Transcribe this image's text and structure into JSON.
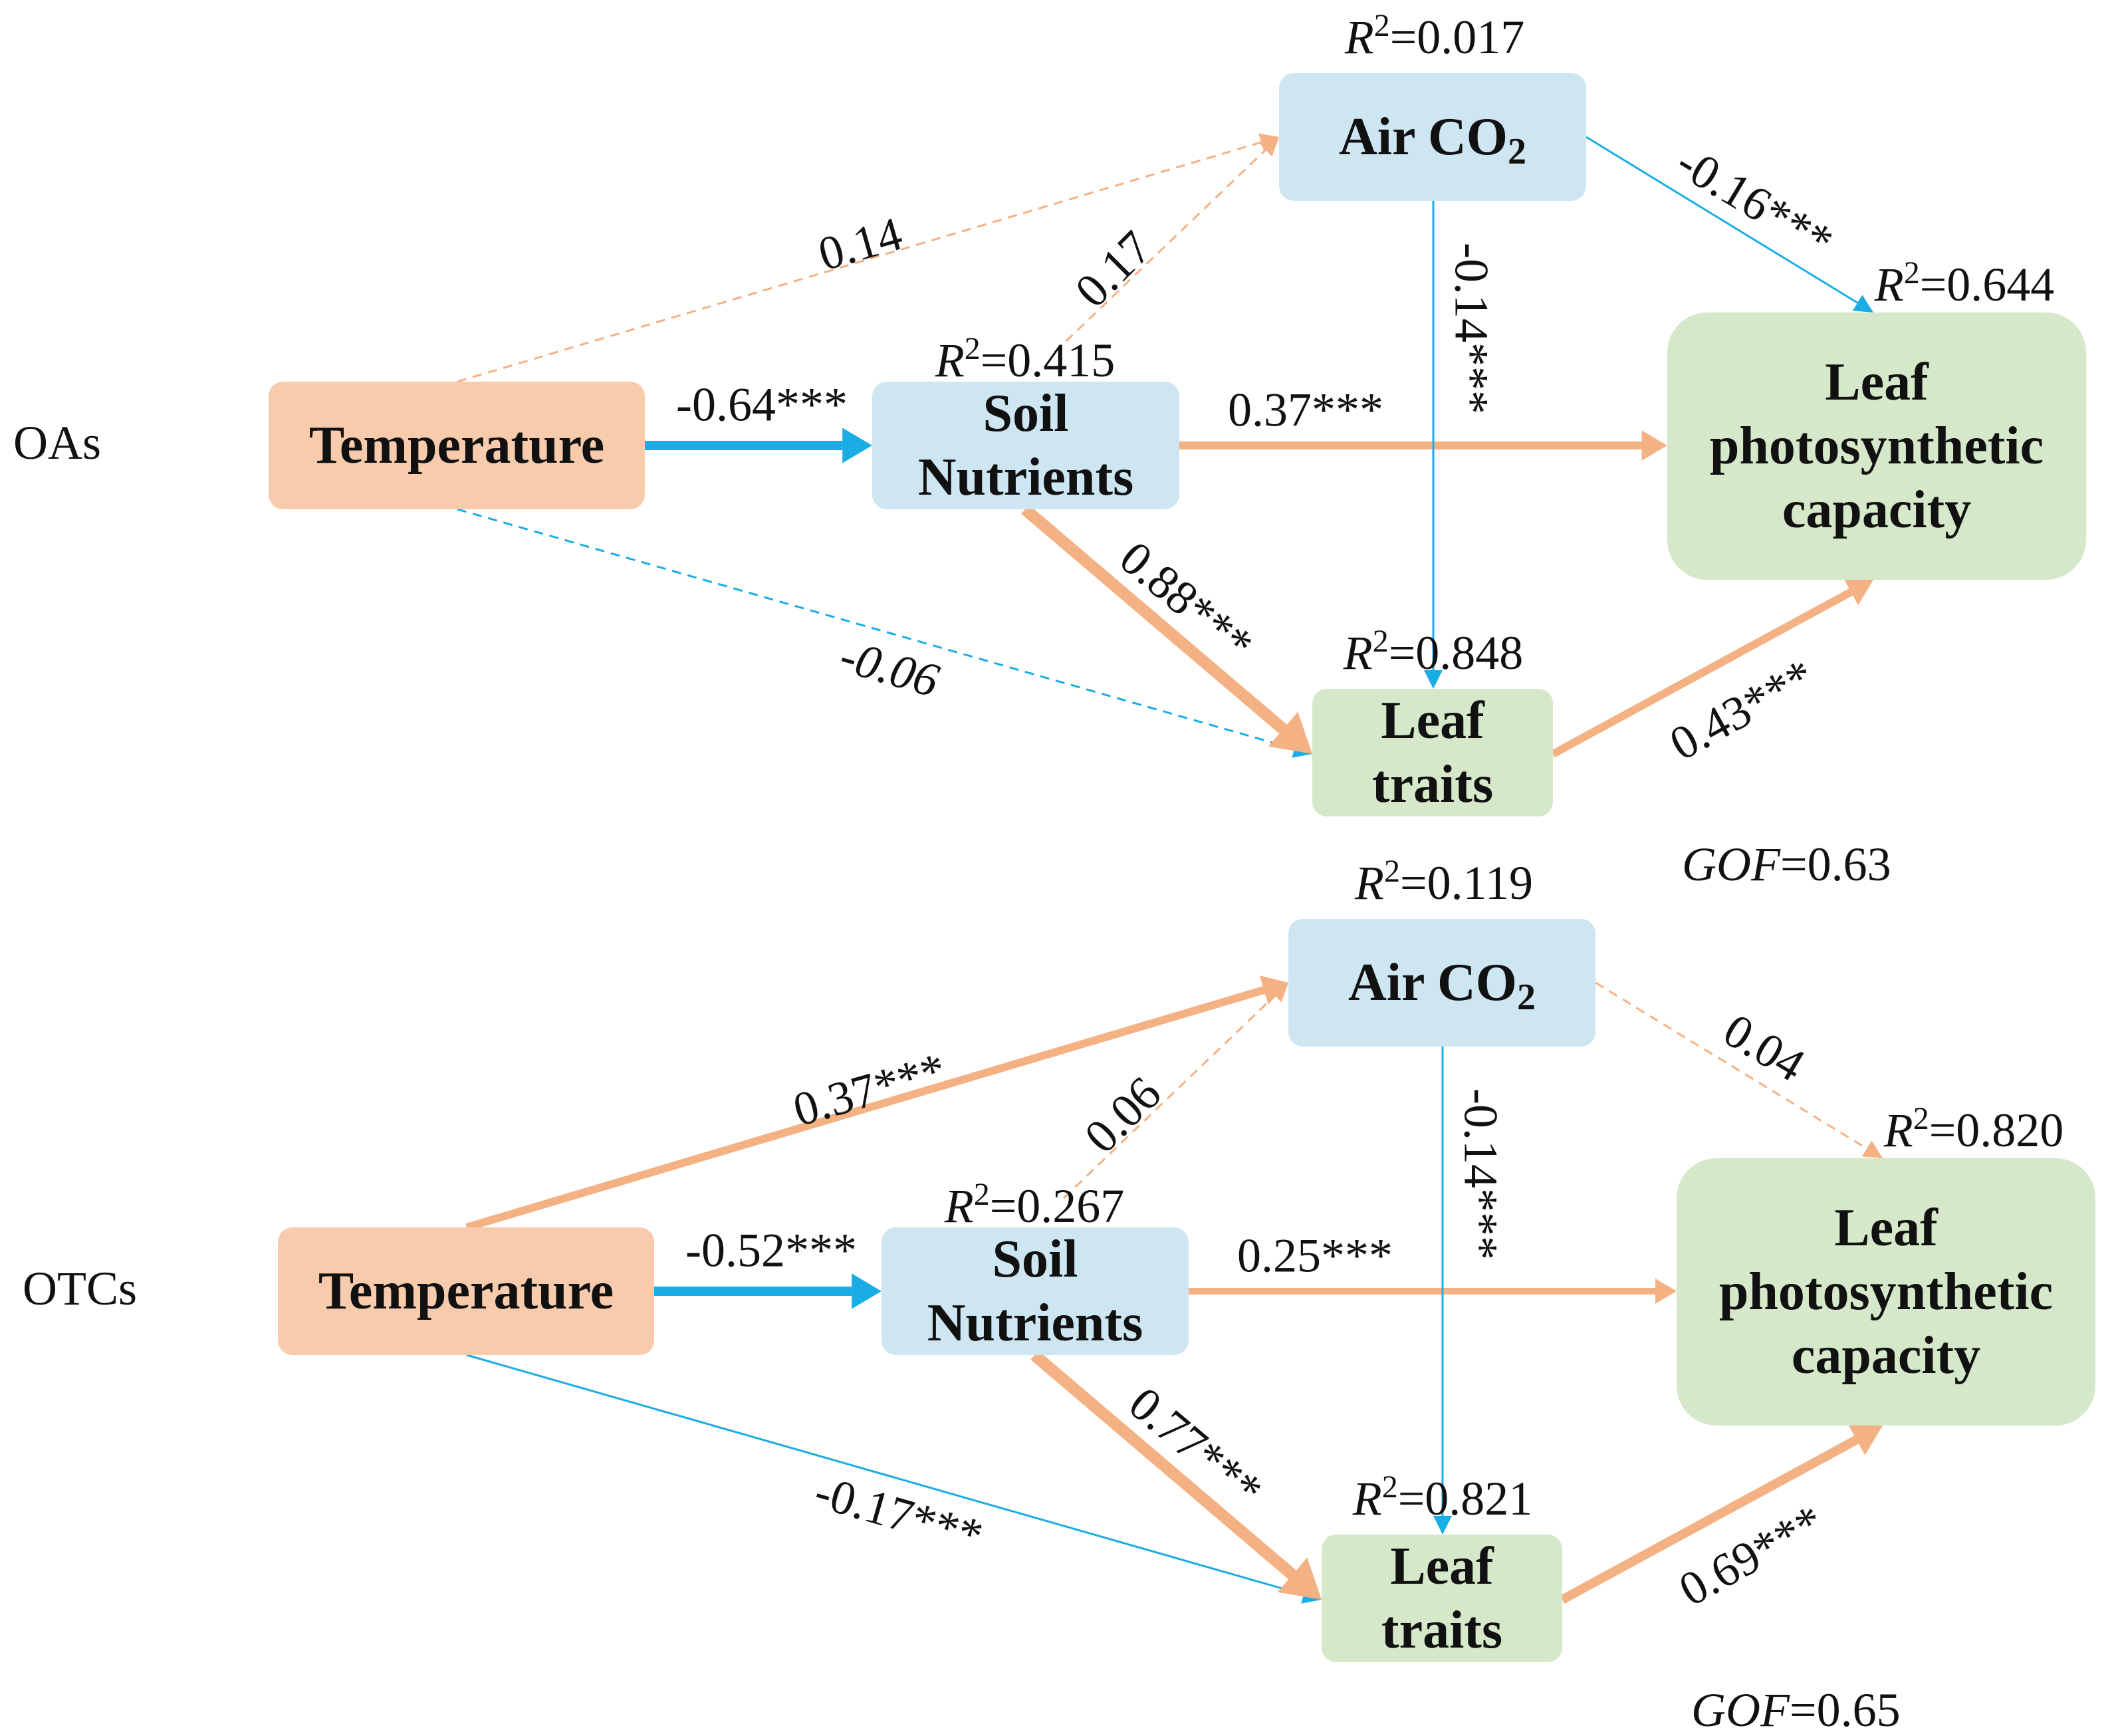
{
  "colors": {
    "positive": "#F4B183",
    "negative": "#1AADE5",
    "node_driver": "#F8CBAD",
    "node_mediator": "#CDE6F2",
    "node_outcome": "#D5E8C9",
    "text": "#111111"
  },
  "panels": [
    {
      "id": "oas",
      "label": "OAs",
      "gof_label": "GOF",
      "gof_value": "=0.63",
      "nodes": [
        {
          "id": "temperature",
          "lines": [
            "Temperature"
          ],
          "kind": "driver",
          "r2_sym": "",
          "r2_val": ""
        },
        {
          "id": "soil",
          "lines": [
            "Soil",
            "Nutrients"
          ],
          "kind": "mediator",
          "r2_sym": "R",
          "r2_val": "=0.415"
        },
        {
          "id": "air",
          "lines": [
            "Air CO"
          ],
          "sub": "2",
          "kind": "mediator",
          "r2_sym": "R",
          "r2_val": "=0.017"
        },
        {
          "id": "leaftraits",
          "lines": [
            "Leaf",
            "traits"
          ],
          "kind": "outcome",
          "r2_sym": "R",
          "r2_val": "=0.848"
        },
        {
          "id": "photo",
          "lines": [
            "Leaf",
            "photosynthetic",
            "capacity"
          ],
          "kind": "outcome",
          "r2_sym": "R",
          "r2_val": "=0.644"
        }
      ],
      "paths": [
        {
          "id": "temp-soil",
          "label": "-0.64***",
          "coef": -0.64,
          "significant": true
        },
        {
          "id": "temp-air",
          "label": "0.14",
          "coef": 0.14,
          "significant": false
        },
        {
          "id": "soil-air",
          "label": "0.17",
          "coef": 0.17,
          "significant": false
        },
        {
          "id": "temp-leaf",
          "label": "-0.06",
          "coef": -0.06,
          "significant": false
        },
        {
          "id": "soil-photo",
          "label": "0.37***",
          "coef": 0.37,
          "significant": true
        },
        {
          "id": "soil-leaf",
          "label": "0.88***",
          "coef": 0.88,
          "significant": true
        },
        {
          "id": "air-photo",
          "label": "-0.16***",
          "coef": -0.16,
          "significant": true
        },
        {
          "id": "air-leaf",
          "label": "-0.14***",
          "coef": -0.14,
          "significant": true
        },
        {
          "id": "leaf-photo",
          "label": "0.43***",
          "coef": 0.43,
          "significant": true
        }
      ]
    },
    {
      "id": "otcs",
      "label": "OTCs",
      "gof_label": "GOF",
      "gof_value": "=0.65",
      "nodes": [
        {
          "id": "temperature",
          "lines": [
            "Temperature"
          ],
          "kind": "driver",
          "r2_sym": "",
          "r2_val": ""
        },
        {
          "id": "soil",
          "lines": [
            "Soil",
            "Nutrients"
          ],
          "kind": "mediator",
          "r2_sym": "R",
          "r2_val": "=0.267"
        },
        {
          "id": "air",
          "lines": [
            "Air CO"
          ],
          "sub": "2",
          "kind": "mediator",
          "r2_sym": "R",
          "r2_val": "=0.119"
        },
        {
          "id": "leaftraits",
          "lines": [
            "Leaf",
            "traits"
          ],
          "kind": "outcome",
          "r2_sym": "R",
          "r2_val": "=0.821"
        },
        {
          "id": "photo",
          "lines": [
            "Leaf",
            "photosynthetic",
            "capacity"
          ],
          "kind": "outcome",
          "r2_sym": "R",
          "r2_val": "=0.820"
        }
      ],
      "paths": [
        {
          "id": "temp-soil",
          "label": "-0.52***",
          "coef": -0.52,
          "significant": true
        },
        {
          "id": "temp-air",
          "label": "0.37***",
          "coef": 0.37,
          "significant": true
        },
        {
          "id": "soil-air",
          "label": "0.06",
          "coef": 0.06,
          "significant": false
        },
        {
          "id": "temp-leaf",
          "label": "-0.17***",
          "coef": -0.17,
          "significant": true
        },
        {
          "id": "soil-photo",
          "label": "0.25***",
          "coef": 0.25,
          "significant": true
        },
        {
          "id": "soil-leaf",
          "label": "0.77***",
          "coef": 0.77,
          "significant": true
        },
        {
          "id": "air-photo",
          "label": "0.04",
          "coef": 0.04,
          "significant": false
        },
        {
          "id": "air-leaf",
          "label": "-0.14***",
          "coef": -0.14,
          "significant": true
        },
        {
          "id": "leaf-photo",
          "label": "0.69***",
          "coef": 0.69,
          "significant": true
        }
      ]
    }
  ]
}
